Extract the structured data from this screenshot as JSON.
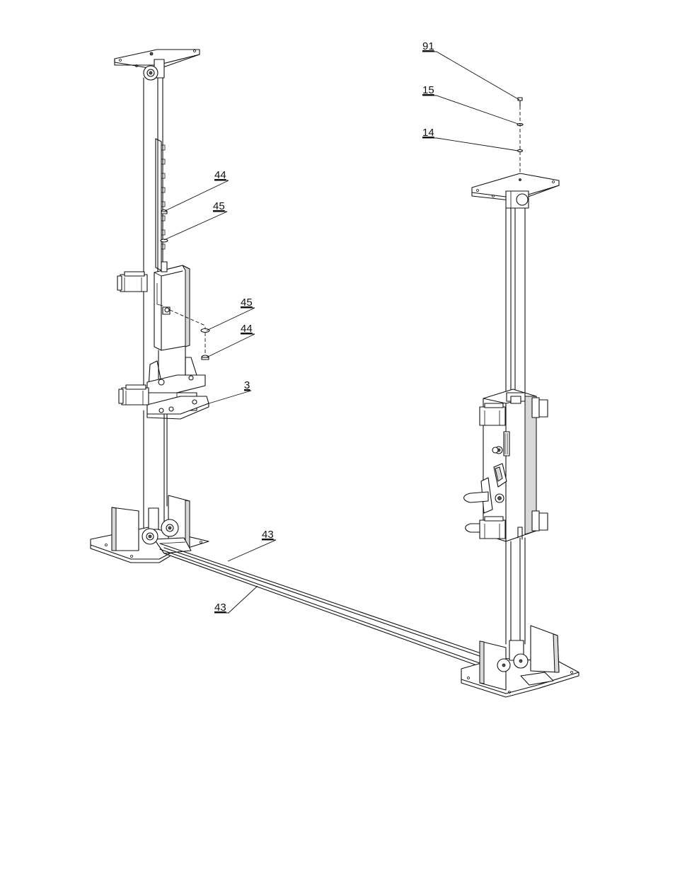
{
  "callouts": {
    "c91": "91",
    "c15": "15",
    "c14": "14",
    "c44_upper": "44",
    "c45_upper": "45",
    "c45_lower": "45",
    "c44_lower": "44",
    "c3": "3",
    "c43_upper": "43",
    "c43_lower": "43"
  }
}
